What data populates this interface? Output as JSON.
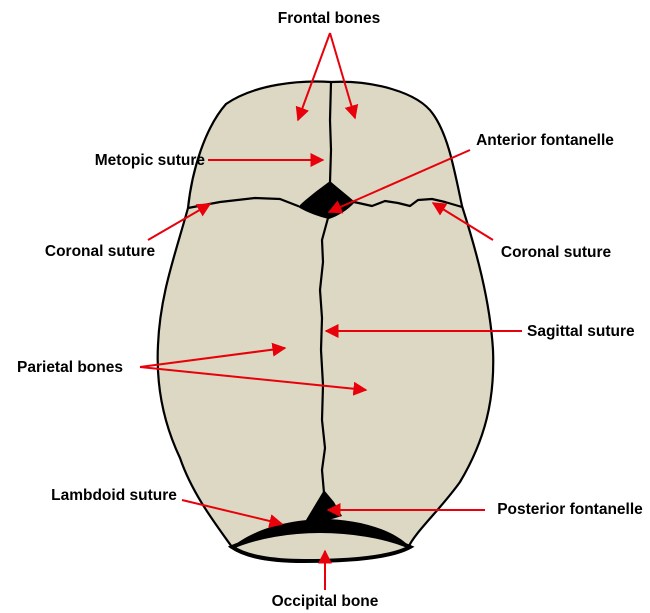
{
  "labels": {
    "frontal_bones": "Frontal bones",
    "metopic_suture": "Metopic suture",
    "anterior_fontanelle": "Anterior fontanelle",
    "coronal_suture_left": "Coronal suture",
    "coronal_suture_right": "Coronal suture",
    "sagittal_suture": "Sagittal suture",
    "parietal_bones": "Parietal bones",
    "lambdoid_suture": "Lambdoid suture",
    "posterior_fontanelle": "Posterior fontanelle",
    "occipital_bone": "Occipital bone"
  },
  "colors": {
    "bone": "#dcd8c3",
    "outline": "#000000",
    "arrow": "#e8000b",
    "background": "#ffffff"
  }
}
